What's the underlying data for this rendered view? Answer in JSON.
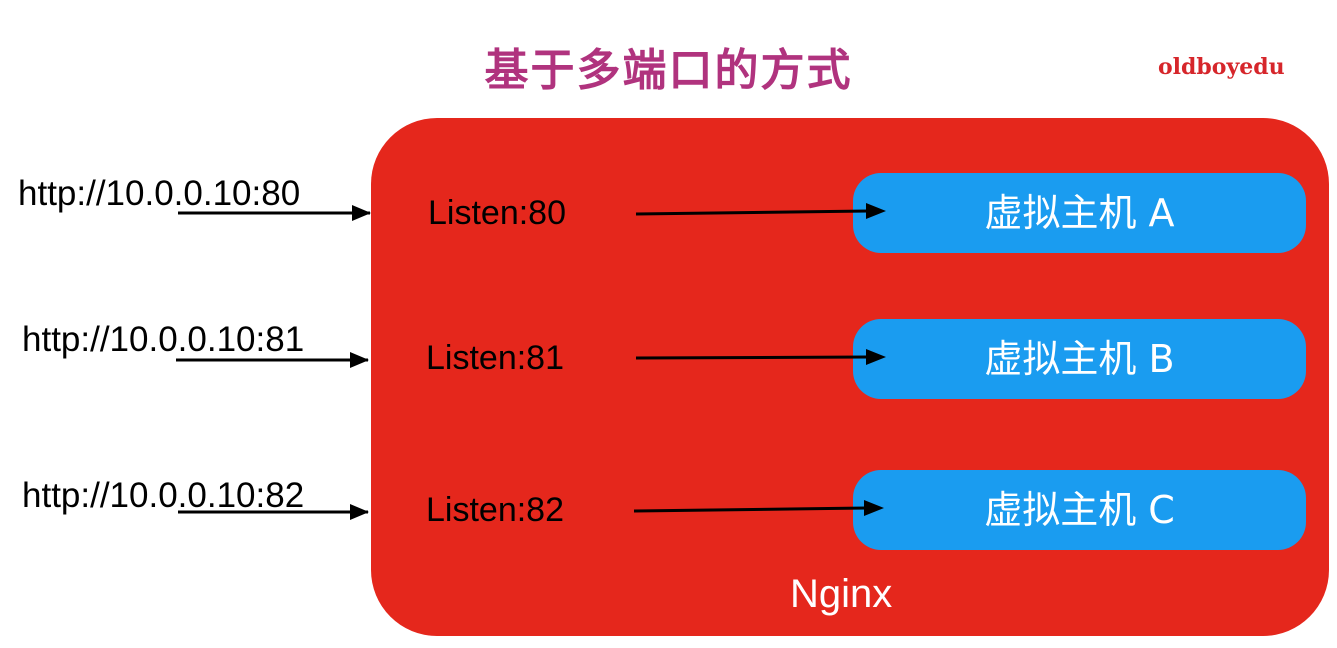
{
  "title": "基于多端口的方式",
  "watermark": "oldboyedu",
  "nginx_label": "Nginx",
  "urls": [
    "http://10.0.0.10:80",
    "http://10.0.0.10:81",
    "http://10.0.0.10:82"
  ],
  "listens": [
    "Listen:80",
    "Listen:81",
    "Listen:82"
  ],
  "vhosts": [
    "虚拟主机 A",
    "虚拟主机 B",
    "虚拟主机 C"
  ],
  "colors": {
    "title": "#b0337e",
    "watermark": "#d6262b",
    "nginx_box": "#e5271c",
    "vhost_box": "#1a9cf0",
    "arrow": "#000000"
  }
}
